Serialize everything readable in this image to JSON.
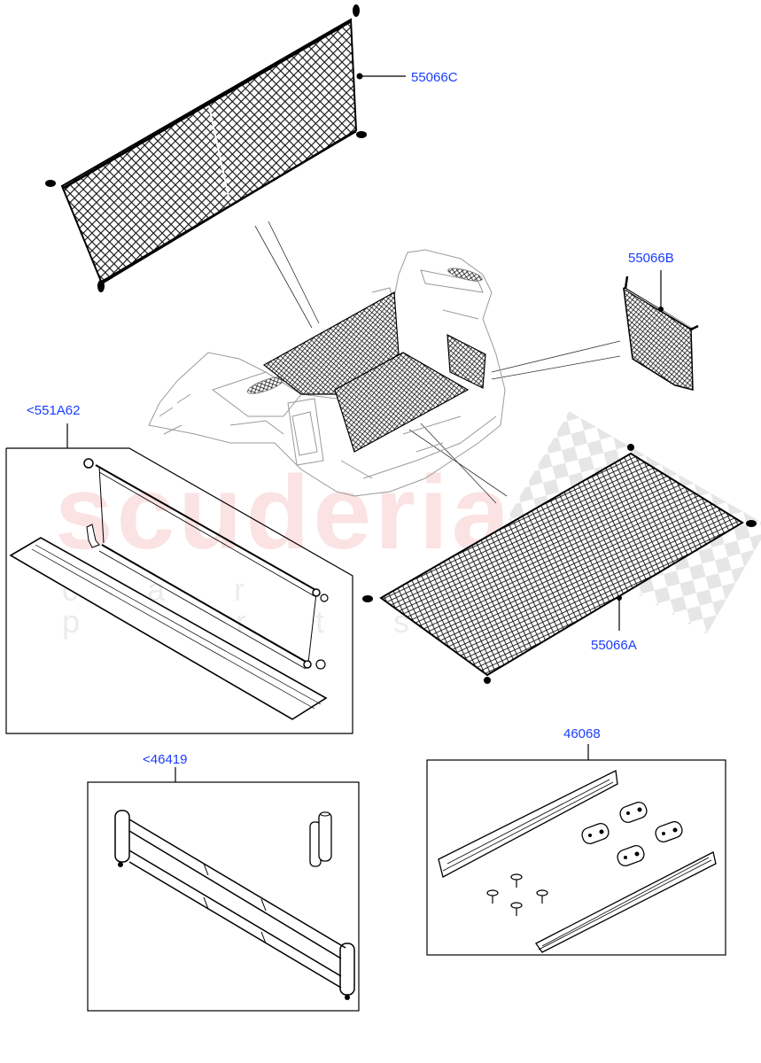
{
  "diagram": {
    "type": "parts-catalog-exploded-view",
    "subject": "Load space luggage nets and covers",
    "callouts": [
      {
        "id": "c1",
        "label": "55066C",
        "part": "luggage-net-upright"
      },
      {
        "id": "c2",
        "label": "55066B",
        "part": "side-pocket-net"
      },
      {
        "id": "c3",
        "label": "<551A62",
        "part": "load-space-cover-kit"
      },
      {
        "id": "c4",
        "label": "55066A",
        "part": "floor-net"
      },
      {
        "id": "c5",
        "label": "46068",
        "part": "rail-and-fixing-kit"
      },
      {
        "id": "c6",
        "label": "<46419",
        "part": "luggage-partition-bar-kit"
      }
    ],
    "watermark": {
      "main": "scuderia",
      "sub": "car parts",
      "color": "#f0969b"
    },
    "colors": {
      "callout_text": "#1a3cff",
      "line_art": "#000000",
      "vehicle_outline": "#9a9a9a",
      "background": "#ffffff"
    }
  }
}
